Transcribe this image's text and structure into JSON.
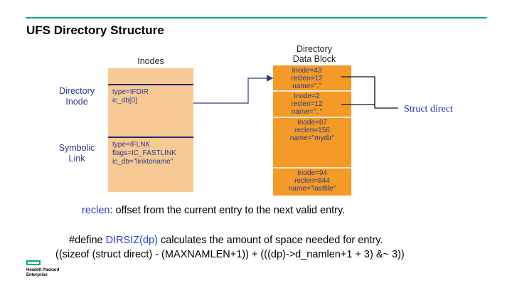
{
  "slide": {
    "title": "UFS Directory Structure"
  },
  "inodes": {
    "title": "Inodes",
    "labels": [
      {
        "line1": "Directory",
        "line2": "Inode"
      },
      {
        "line1": "Symbolic",
        "line2": "Link"
      }
    ],
    "entries": [
      {
        "lines": [
          "type=IFDIR",
          "ic_db[0]"
        ]
      },
      {
        "lines": [
          "type=IFLNK",
          "flags=IC_FASTLINK",
          "ic_db=\"linktoname\""
        ]
      }
    ]
  },
  "data_block": {
    "title_line1": "Directory",
    "title_line2": "Data  Block",
    "entries": [
      {
        "lines": [
          "Inode=43",
          "reclen=12",
          "name=\".\""
        ]
      },
      {
        "lines": [
          "Inode=2",
          "reclen=12",
          "name=\"..\""
        ]
      },
      {
        "lines": [
          "Inode=87",
          "reclen=156",
          "name=\"mydir\""
        ]
      },
      {
        "lines": [
          "Inode=94",
          "reclen=844",
          "name=\"lastfile\""
        ]
      }
    ]
  },
  "callout": {
    "label": "Struct direct"
  },
  "notes": {
    "reclen_term": "reclen",
    "reclen_desc": ": offset from the current entry to the next valid entry.",
    "define_prefix": "#define ",
    "define_macro": "DIRSIZ(dp)",
    "define_desc": "  calculates the amount of space needed for entry.",
    "formula": "((sizeof (struct direct) - (MAXNAMLEN+1)) + (((dp)->d_namlen+1 + 3) &~ 3))"
  },
  "logo": {
    "line1": "Hewlett Packard",
    "line2": "Enterprise"
  },
  "colors": {
    "accent": "#01a982",
    "inode_fill": "#f7ca95",
    "block_fill": "#f39a27",
    "label_blue": "#2a3a8a",
    "highlight_blue": "#2b3ad0"
  }
}
